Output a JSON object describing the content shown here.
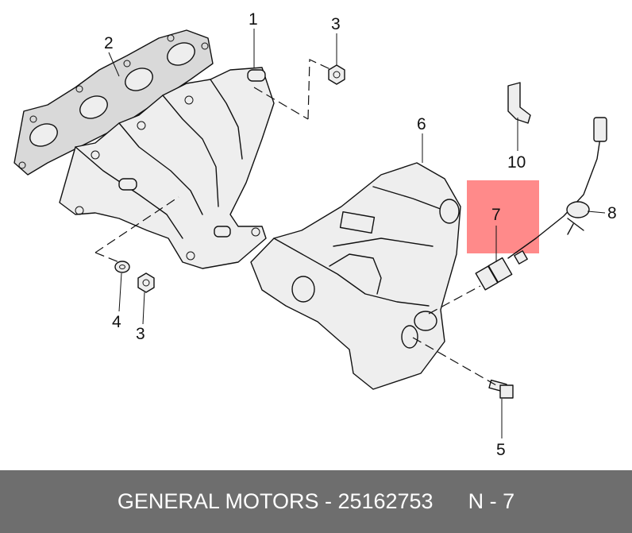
{
  "parts": [
    {
      "id": "p1",
      "label": "1"
    },
    {
      "id": "p2",
      "label": "2"
    },
    {
      "id": "p3a",
      "label": "3"
    },
    {
      "id": "p3b",
      "label": "3"
    },
    {
      "id": "p4",
      "label": "4"
    },
    {
      "id": "p5",
      "label": "5"
    },
    {
      "id": "p6",
      "label": "6"
    },
    {
      "id": "p7",
      "label": "7"
    },
    {
      "id": "p8",
      "label": "8"
    },
    {
      "id": "p10",
      "label": "10"
    }
  ],
  "highlight": {
    "part": "7",
    "color": "#ff8a8a"
  },
  "footer": {
    "text": "GENERAL MOTORS - 25162753",
    "code": "N - 7"
  }
}
